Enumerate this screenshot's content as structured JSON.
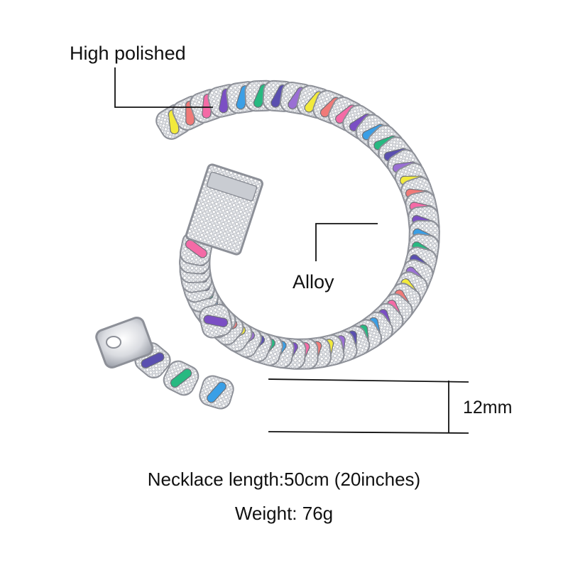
{
  "annotations": {
    "high_polished": "High polished",
    "alloy": "Alloy",
    "width": "12mm"
  },
  "caption": {
    "length": "Necklace length:50cm (20inches)",
    "weight": "Weight: 76g"
  },
  "image": {
    "subject": "cuban-link-chain-necklace",
    "metal_color": "#d7d9de",
    "enamel_colors": [
      "#f2ea3b",
      "#f07a78",
      "#f46aa6",
      "#7b4fc4",
      "#3a9fe6",
      "#27b981",
      "#5a4fb0",
      "#9a6fd4"
    ]
  }
}
